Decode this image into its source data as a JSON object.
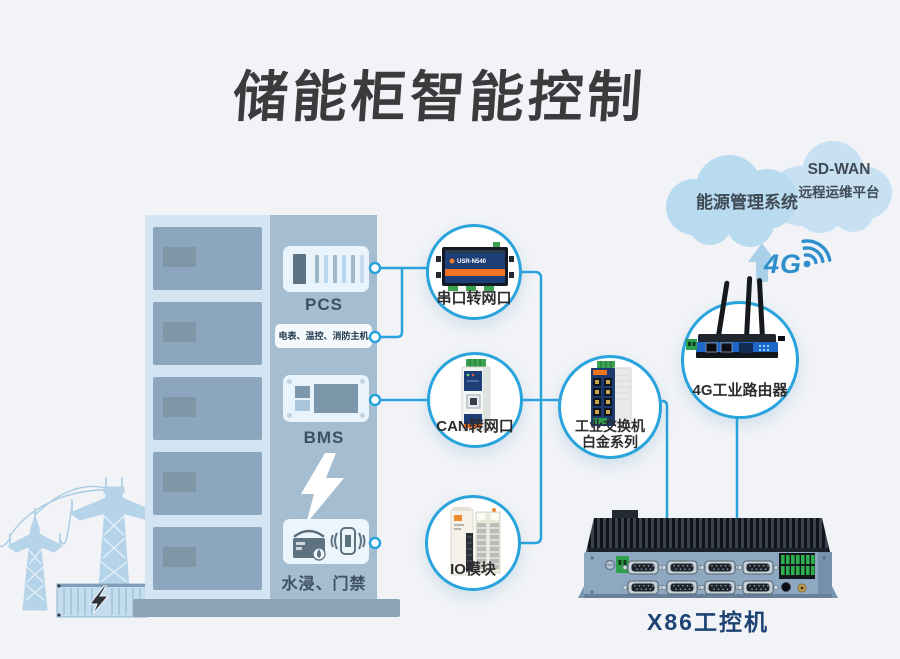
{
  "title": "储能柜智能控制",
  "colors": {
    "accent_blue": "#29a3dc",
    "background": "#f1f3f6",
    "cabinet_light": "#d3e5f2",
    "cabinet_dark": "#a4bdd1",
    "cloud_blue": "#bedcf1",
    "tech_blue": "#2f8fcd",
    "ipc_label_navy": "#1d4374"
  },
  "cabinet": {
    "pcs_label": "PCS",
    "sensors_label": "电表、温控、消防主机",
    "bms_label": "BMS",
    "water_door_label": "水浸、门禁"
  },
  "nodes": {
    "serial": {
      "label": "串口转网口",
      "device_text": "USR-N540"
    },
    "can": {
      "label": "CAN转网口"
    },
    "io": {
      "label": "IO模块"
    },
    "switch": {
      "label_line1": "工业交换机",
      "label_line2": "白金系列"
    },
    "router": {
      "label": "4G工业路由器"
    }
  },
  "clouds": {
    "ems_label": "能源管理系统",
    "sdwan_label_line1": "SD-WAN",
    "sdwan_label_line2": "远程运维平台"
  },
  "wireless": {
    "tech_label": "4G"
  },
  "ipc": {
    "label": "X86工控机"
  }
}
